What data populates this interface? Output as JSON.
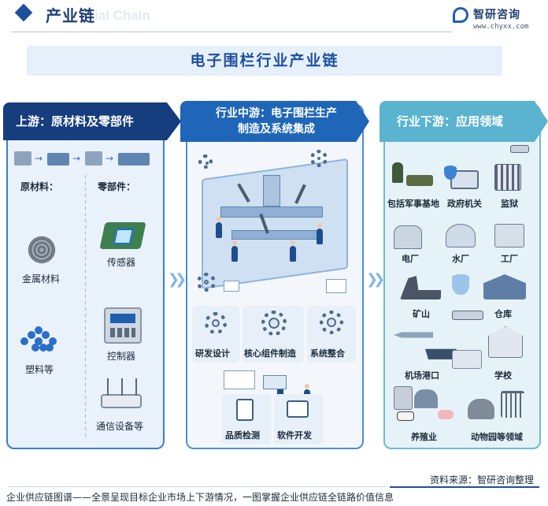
{
  "header": {
    "title": "产业链",
    "watermark_text": "ial Chain",
    "logo_name": "智研咨询",
    "logo_url": "www.chyxx.com"
  },
  "main_title": "电子围栏行业产业链",
  "upstream": {
    "banner": "上游：原材料及零部件",
    "raw_materials_heading": "原材料：",
    "components_heading": "零部件：",
    "raw_materials": [
      "金属材料",
      "塑料等"
    ],
    "components": [
      "传感器",
      "控制器",
      "通信设备等"
    ]
  },
  "midstream": {
    "banner_line1": "行业中游：电子围栏生产",
    "banner_line2": "制造及系统集成",
    "steps": [
      "研发设计",
      "核心组件制造",
      "系统整合",
      "品质检测",
      "软件开发"
    ]
  },
  "downstream": {
    "banner": "行业下游：应用领域",
    "fields": [
      "包括军事基地",
      "政府机关",
      "监狱",
      "电厂",
      "水厂",
      "工厂",
      "矿山",
      "仓库",
      "机场港口",
      "学校",
      "养殖业",
      "动物园等领域"
    ]
  },
  "footer": {
    "source": "资料来源：智研咨询整理",
    "caption": "企业供应链图谱——全景呈现目标企业市场上下游情况，一图掌握企业供应链全链路价值信息"
  },
  "colors": {
    "upstream_banner": "#163d7e",
    "midstream_banner": "#1f66b8",
    "downstream_banner": "#5ab3cf",
    "accent": "#1f4e9c"
  }
}
